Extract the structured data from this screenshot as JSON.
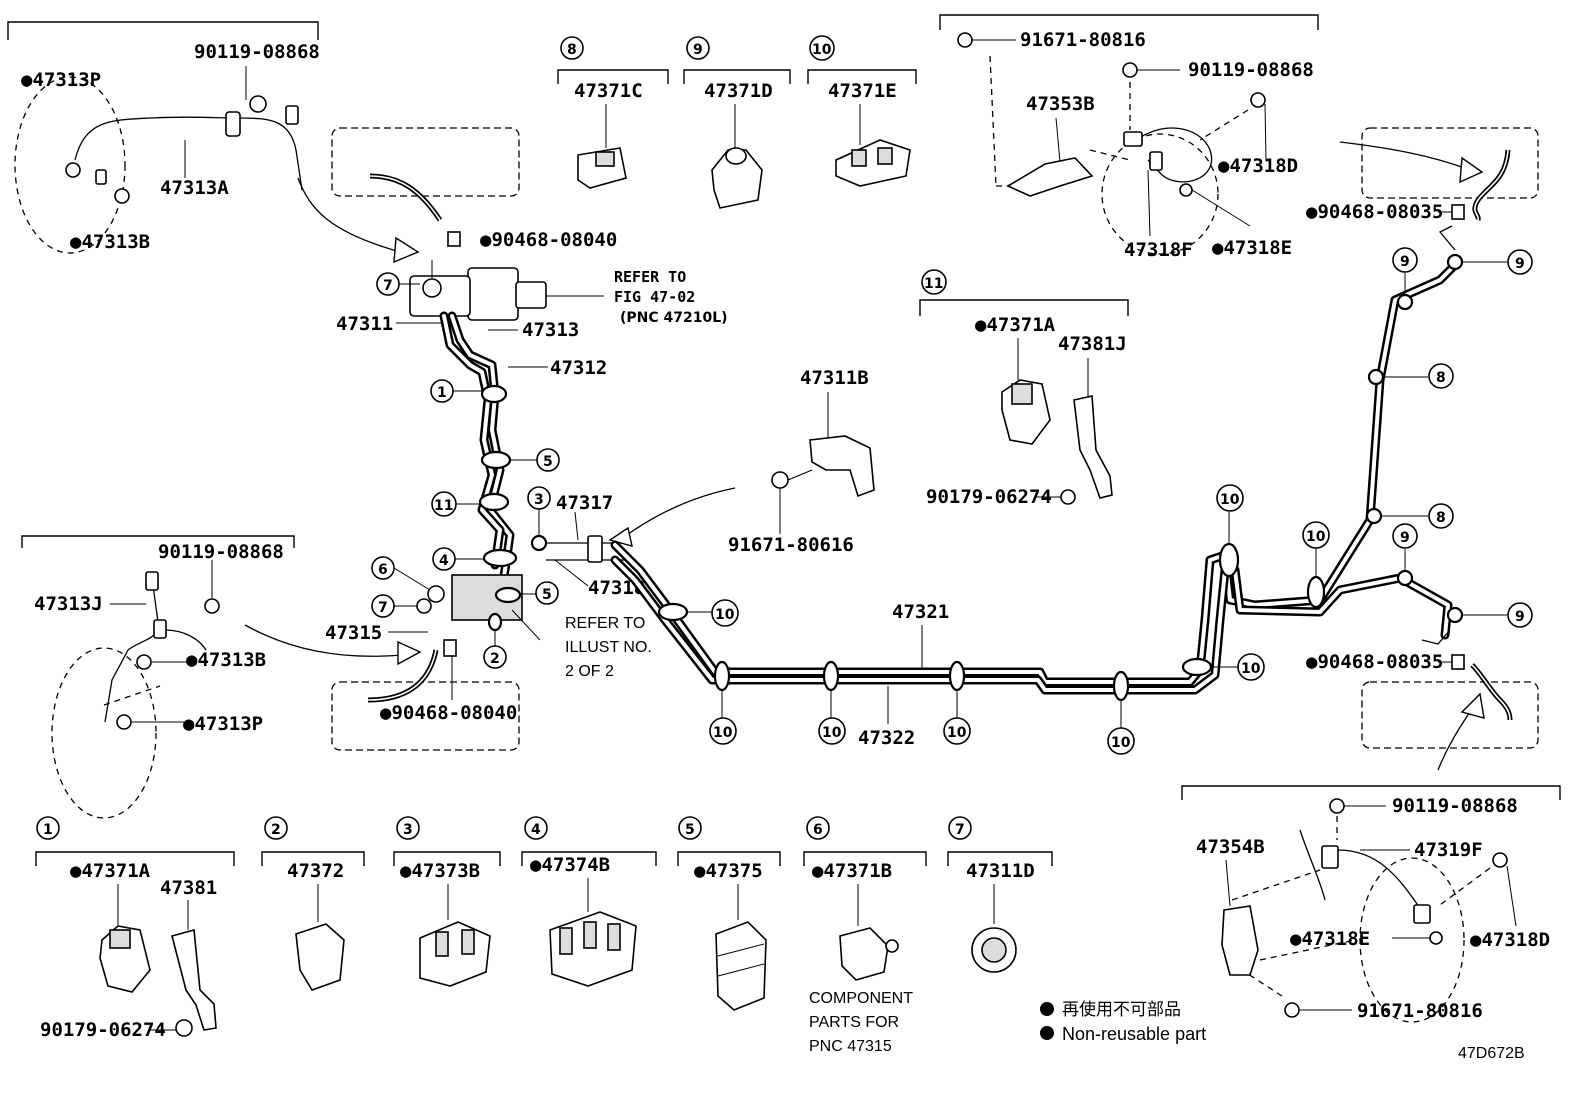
{
  "parts": {
    "p47313P_a": "●47313P",
    "p90119_a": "90119-08868",
    "p47313A": "47313A",
    "p47313B_a": "●47313B",
    "p90468_40a": "●90468-08040",
    "refer_fig_1": "REFER TO",
    "refer_fig_2": "FIG 47-02",
    "refer_fig_3": "(PNC 47210L)",
    "p47311": "47311",
    "p47313": "47313",
    "p47312": "47312",
    "p47317": "47317",
    "p47318": "47318",
    "p47315": "47315",
    "refer_illust_1": "REFER TO",
    "refer_illust_2": "ILLUST NO.",
    "refer_illust_3": "2 OF 2",
    "p90468_40b": "●90468-08040",
    "p90119_b": "90119-08868",
    "p47313J": "47313J",
    "p47313B_b": "●47313B",
    "p47313P_b": "●47313P",
    "p47311B": "47311B",
    "p91671_616": "91671-80616",
    "p47321": "47321",
    "p47322": "47322",
    "p47371C": "47371C",
    "p47371D": "47371D",
    "p47371E": "47371E",
    "p91671_816a": "91671-80816",
    "p90119_c": "90119-08868",
    "p47353B": "47353B",
    "p47318D_a": "●47318D",
    "p47318F": "47318F",
    "p47318E": "●47318E",
    "p90468_35a": "●90468-08035",
    "p47371A_a": "●47371A",
    "p47381J": "47381J",
    "p90179_a": "90179-06274",
    "p90468_35b": "●90468-08035",
    "p90119_d": "90119-08868",
    "p47354B": "47354B",
    "p47319F": "47319F",
    "p47318E_b": "●47318E",
    "p47318D_b": "●47318D",
    "p91671_816b": "91671-80816",
    "p47371A_b": "●47371A",
    "p47381": "47381",
    "p90179_b": "90179-06274",
    "p47372": "47372",
    "p47373B": "●47373B",
    "p47374B": "●47374B",
    "p47375": "●47375",
    "p47371B": "●47371B",
    "p47311D": "47311D",
    "comp_1": "COMPONENT",
    "comp_2": "PARTS FOR",
    "comp_3": "PNC 47315"
  },
  "callouts": {
    "c1": "1",
    "c2": "2",
    "c3": "3",
    "c4": "4",
    "c5": "5",
    "c6": "6",
    "c7": "7",
    "c8": "8",
    "c9": "9",
    "c10": "10",
    "c11": "11"
  },
  "legend": {
    "jp": "再使用不可部品",
    "en": "Non-reusable part"
  },
  "figure_id": "47D672B"
}
